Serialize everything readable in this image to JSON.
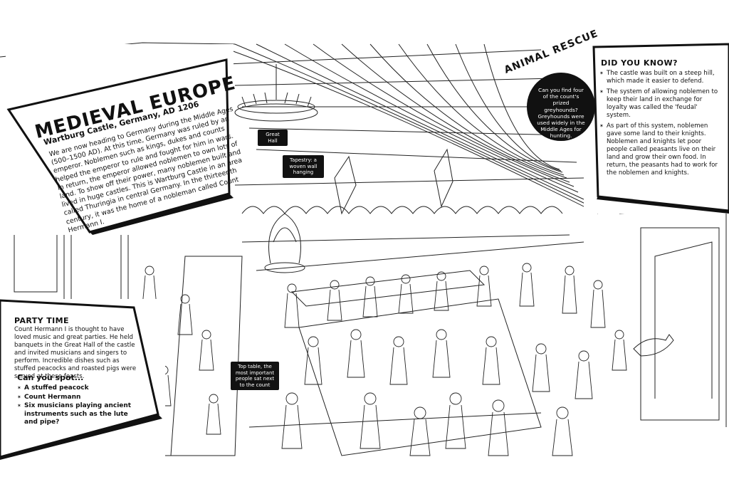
{
  "intro": {
    "title": "MEDIEVAL EUROPE",
    "subtitle": "Wartburg Castle, Germany, AD 1206",
    "body": "We are now heading to Germany during the Middle Ages (500–1500 AD). At this time, Germany was ruled by an emperor. Noblemen such as kings, dukes and counts helped the emperor to rule and fought for him in wars. In return, the emperor allowed noblemen to own lots of land. To show off their power, many noblemen built and lived in huge castles. This is Wartburg Castle in an area called Thuringia in central Germany. In the thirteenth century, it was the home of a nobleman called Count Hermann I."
  },
  "did_you_know": {
    "title": "DID YOU KNOW?",
    "items": [
      "The castle was built on a steep hill, which made it easier to defend.",
      "The system of allowing noblemen to keep their land in exchange for loyalty was called the 'feudal' system.",
      "As part of this system, noblemen gave some land to their knights. Noblemen and knights let poor people called peasants live on their land and grow their own food. In return, the peasants had to work for the noblemen and knights."
    ]
  },
  "animal_rescue": {
    "title": "ANIMAL RESCUE",
    "text": "Can you find four of the count's prized greyhounds? Greyhounds were used widely in the Middle Ages for hunting."
  },
  "party_time": {
    "title": "PARTY TIME",
    "body": "Count Hermann I is thought to have loved music and great parties. He held banquets in the Great Hall of the castle and invited musicians and singers to perform. Incredible dishes such as stuffed peacocks and roasted pigs were served at these feasts.",
    "spot_title": "Can you spot...",
    "spot_items": [
      "A stuffed peacock",
      "Count Hermann",
      "Six musicians playing ancient instruments such as the lute and pipe?"
    ]
  },
  "labels": {
    "great_hall": "Great Hall",
    "tapestry": "Tapestry: a woven wall hanging",
    "top_table": "Top table, the most important people sat next to the count"
  },
  "colors": {
    "ink": "#111111",
    "paper": "#ffffff"
  }
}
